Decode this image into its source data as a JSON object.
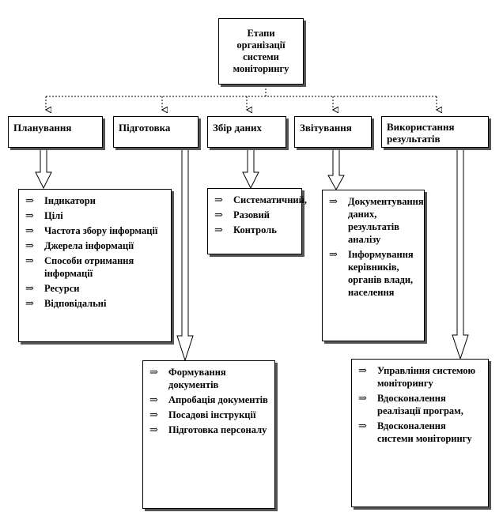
{
  "title": "Етапи організації системи моніторингу",
  "stages": [
    "Планування",
    "Підготовка",
    "Збір даних",
    "Звітування",
    "Використання результатів"
  ],
  "details": {
    "planning": [
      "Індикатори",
      "Цілі",
      "Частота збору інформації",
      "Джерела інформації",
      "Способи отримання інформації",
      "Ресурси",
      "Відповідальні"
    ],
    "preparation": [
      "Формування документів",
      "Апробація документів",
      "Посадові інструкції",
      "Підготовка персоналу"
    ],
    "data_collection": [
      "Систематичний,",
      "Разовий",
      "Контроль"
    ],
    "reporting": [
      "Документування даних, результатів аналізу",
      "Інформування керівників, органів влади, населення"
    ],
    "usage": [
      "Управління системою моніторингу",
      "Вдосконалення реалізації програм,",
      "Вдосконалення системи моніторингу"
    ]
  },
  "bullet_symbol": "⇒"
}
